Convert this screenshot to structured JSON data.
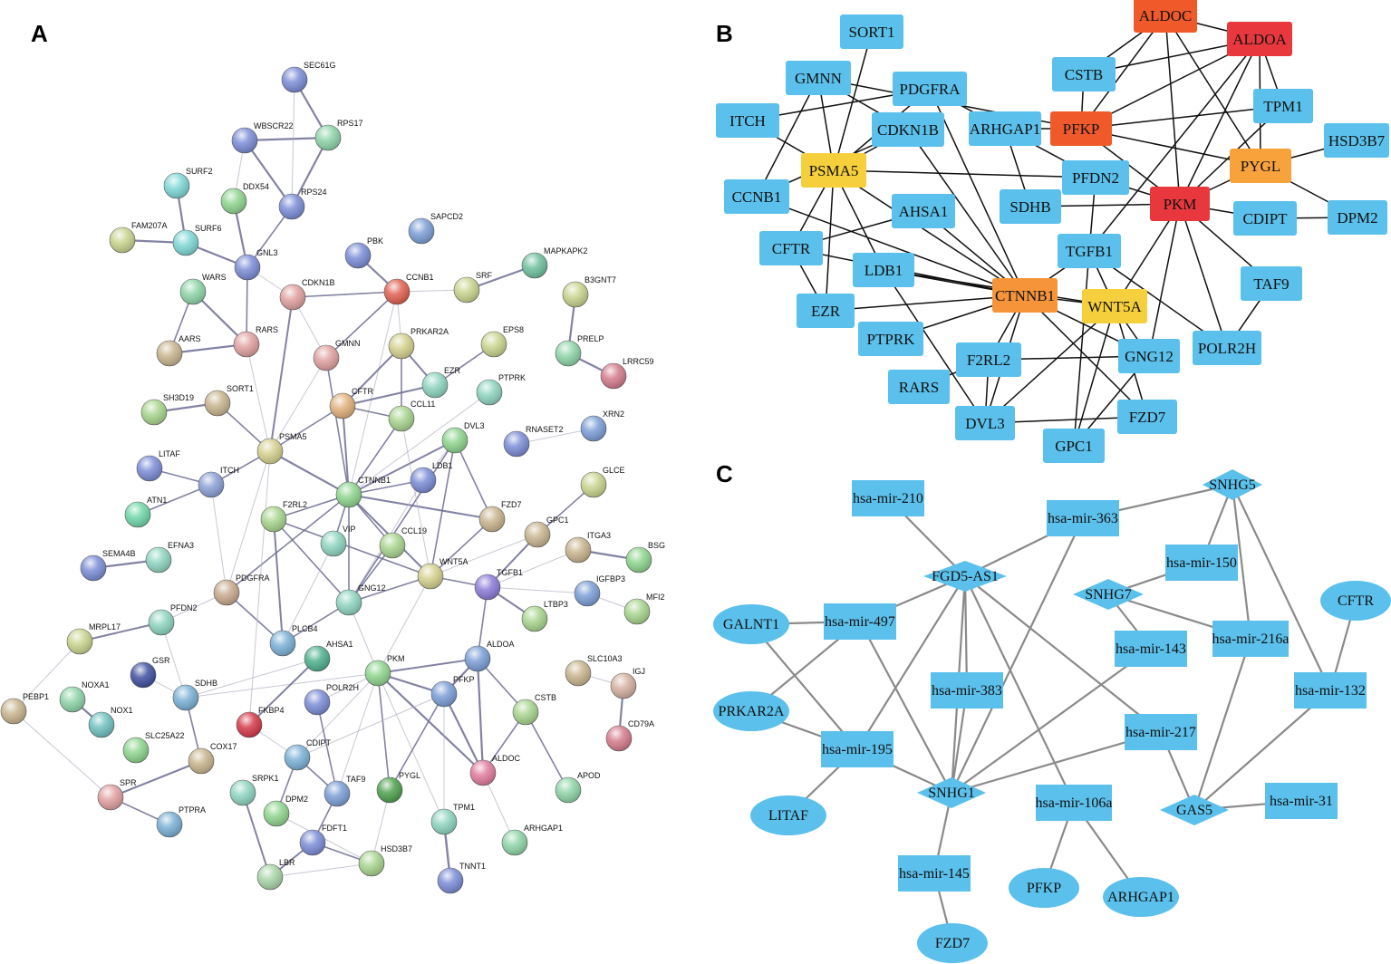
{
  "panels": {
    "a": "A",
    "b": "B",
    "c": "C"
  },
  "colors": {
    "node_blue": "#5bc0eb",
    "red": "#e8383d",
    "orange_red": "#f05a2b",
    "orange": "#f6943a",
    "orange_light": "#f8a23c",
    "yellow": "#f5cf3c",
    "edge_c": "#8a8a8a"
  },
  "panel_a": {
    "nodes": [
      [
        "SEC61G",
        "#7b8cd6"
      ],
      [
        "WBSCR22",
        "#7b8cd6"
      ],
      [
        "RPS17",
        "#8ed4a8"
      ],
      [
        "SURF2",
        "#7fd6d6"
      ],
      [
        "DDX54",
        "#8ed48e"
      ],
      [
        "RPS24",
        "#7b8cd6"
      ],
      [
        "SAPCD2",
        "#7b9ed6"
      ],
      [
        "FAM207A",
        "#c8d48e"
      ],
      [
        "SURF6",
        "#7fd6d6"
      ],
      [
        "GNL3",
        "#7b8cd6"
      ],
      [
        "PBK",
        "#7b8cd6"
      ],
      [
        "MAPKAPK2",
        "#6fbf9e"
      ],
      [
        "CDKN1B",
        "#e0a0a0"
      ],
      [
        "CCNB1",
        "#e06050"
      ],
      [
        "SRF",
        "#c8d48e"
      ],
      [
        "B3GNT7",
        "#c8d48e"
      ],
      [
        "WARS",
        "#8ed4a8"
      ],
      [
        "AARS",
        "#c8b48e"
      ],
      [
        "RARS",
        "#e0a0a0"
      ],
      [
        "GMNN",
        "#e0a0a0"
      ],
      [
        "PRKAR2A",
        "#d4d08e"
      ],
      [
        "EPS8",
        "#c8d48e"
      ],
      [
        "PRELP",
        "#8ed4a8"
      ],
      [
        "LRRC59",
        "#d47b8c"
      ],
      [
        "EZR",
        "#8ed4c0"
      ],
      [
        "PTPRK",
        "#8ed4c0"
      ],
      [
        "SH3D19",
        "#a8d48e"
      ],
      [
        "SORT1",
        "#c8b48e"
      ],
      [
        "CFTR",
        "#e0b07b"
      ],
      [
        "CCL11",
        "#a8d48e"
      ],
      [
        "DVL3",
        "#8ed48e"
      ],
      [
        "RNASET2",
        "#7b8cd6"
      ],
      [
        "XRN2",
        "#7b9ed6"
      ],
      [
        "LITAF",
        "#7b8cd6"
      ],
      [
        "PSMA5",
        "#d4d08e"
      ],
      [
        "ITCH",
        "#8ca0d6"
      ],
      [
        "LDB1",
        "#7b8cd6"
      ],
      [
        "CTNNB1",
        "#8ed48e"
      ],
      [
        "GLCE",
        "#c8d48e"
      ],
      [
        "ATN1",
        "#6fd6a8"
      ],
      [
        "F2RL2",
        "#a8d48e"
      ],
      [
        "FZD7",
        "#c8b48e"
      ],
      [
        "VIP",
        "#8ed4c0"
      ],
      [
        "CCL19",
        "#a8d48e"
      ],
      [
        "GPC1",
        "#c8b48e"
      ],
      [
        "SEMA4B",
        "#7b8cd6"
      ],
      [
        "EFNA3",
        "#8ed4c0"
      ],
      [
        "WNT5A",
        "#d4d08e"
      ],
      [
        "ITGA3",
        "#c8b48e"
      ],
      [
        "BSG",
        "#8ed48e"
      ],
      [
        "PDGFRA",
        "#c8a88e"
      ],
      [
        "GNG12",
        "#8ed4c0"
      ],
      [
        "TGFB1",
        "#8c7bd6"
      ],
      [
        "IGFBP3",
        "#7b9ed6"
      ],
      [
        "MFI2",
        "#a8d48e"
      ],
      [
        "PFDN2",
        "#8ed4c0"
      ],
      [
        "LTBP3",
        "#a8d48e"
      ],
      [
        "MRPL17",
        "#c8d48e"
      ],
      [
        "PLCB4",
        "#7bb0d6"
      ],
      [
        "AHSA1",
        "#4fb08e"
      ],
      [
        "PKM",
        "#8ed48e"
      ],
      [
        "ALDOA",
        "#7b9ed6"
      ],
      [
        "GSR",
        "#3f50a0"
      ],
      [
        "NOXA1",
        "#8ed4a8"
      ],
      [
        "SDHB",
        "#7bb0d6"
      ],
      [
        "POLR2H",
        "#7b8cd6"
      ],
      [
        "PFKP",
        "#7b9ed6"
      ],
      [
        "SLC10A3",
        "#c8b48e"
      ],
      [
        "IGJ",
        "#d4b0a0"
      ],
      [
        "PEBP1",
        "#c8b48e"
      ],
      [
        "NOX1",
        "#6fc0c0"
      ],
      [
        "FKBP4",
        "#d43a4a"
      ],
      [
        "CSTB",
        "#a8d48e"
      ],
      [
        "CD79A",
        "#d47b8c"
      ],
      [
        "SLC25A22",
        "#8ed48e"
      ],
      [
        "COX17",
        "#c8b48e"
      ],
      [
        "CDIPT",
        "#7bb0d6"
      ],
      [
        "ALDOC",
        "#e07b9e"
      ],
      [
        "SRPK1",
        "#8ed4c0"
      ],
      [
        "TAF9",
        "#7b9ed6"
      ],
      [
        "PYGL",
        "#4fa04f"
      ],
      [
        "APOD",
        "#8ed4a8"
      ],
      [
        "SPR",
        "#e0a0a0"
      ],
      [
        "DPM2",
        "#8ed48e"
      ],
      [
        "TPM1",
        "#8ed4c0"
      ],
      [
        "PTPRA",
        "#7bb0d6"
      ],
      [
        "FDFT1",
        "#7b8cd6"
      ],
      [
        "ARHGAP1",
        "#8ed4a8"
      ],
      [
        "HSD3B7",
        "#a8d48e"
      ],
      [
        "LBR",
        "#a8d4a8"
      ],
      [
        "TNNT1",
        "#7b8cd6"
      ]
    ]
  },
  "panel_b": {
    "nodes": [
      [
        "SORT1",
        "node_blue"
      ],
      [
        "ALDOC",
        "orange_red"
      ],
      [
        "ALDOA",
        "red"
      ],
      [
        "GMNN",
        "node_blue"
      ],
      [
        "CSTB",
        "node_blue"
      ],
      [
        "PDGFRA",
        "node_blue"
      ],
      [
        "TPM1",
        "node_blue"
      ],
      [
        "ITCH",
        "node_blue"
      ],
      [
        "CDKN1B",
        "node_blue"
      ],
      [
        "ARHGAP1",
        "node_blue"
      ],
      [
        "PFKP",
        "orange_red"
      ],
      [
        "HSD3B7",
        "node_blue"
      ],
      [
        "PSMA5",
        "yellow"
      ],
      [
        "PYGL",
        "orange_light"
      ],
      [
        "CCNB1",
        "node_blue"
      ],
      [
        "PFDN2",
        "node_blue"
      ],
      [
        "SDHB",
        "node_blue"
      ],
      [
        "PKM",
        "red"
      ],
      [
        "AHSA1",
        "node_blue"
      ],
      [
        "CDIPT",
        "node_blue"
      ],
      [
        "DPM2",
        "node_blue"
      ],
      [
        "CFTR",
        "node_blue"
      ],
      [
        "TGFB1",
        "node_blue"
      ],
      [
        "LDB1",
        "node_blue"
      ],
      [
        "TAF9",
        "node_blue"
      ],
      [
        "CTNNB1",
        "orange"
      ],
      [
        "WNT5A",
        "yellow"
      ],
      [
        "EZR",
        "node_blue"
      ],
      [
        "PTPRK",
        "node_blue"
      ],
      [
        "POLR2H",
        "node_blue"
      ],
      [
        "GNG12",
        "node_blue"
      ],
      [
        "F2RL2",
        "node_blue"
      ],
      [
        "RARS",
        "node_blue"
      ],
      [
        "FZD7",
        "node_blue"
      ],
      [
        "DVL3",
        "node_blue"
      ],
      [
        "GPC1",
        "node_blue"
      ]
    ]
  },
  "panel_c": {
    "nodes": [
      [
        "hsa-mir-210",
        "rect"
      ],
      [
        "hsa-mir-363",
        "rect"
      ],
      [
        "SNHG5",
        "diamond"
      ],
      [
        "hsa-mir-150",
        "rect"
      ],
      [
        "FGD5-AS1",
        "diamond"
      ],
      [
        "SNHG7",
        "diamond"
      ],
      [
        "CFTR",
        "ellipse"
      ],
      [
        "GALNT1",
        "ellipse"
      ],
      [
        "hsa-mir-497",
        "rect"
      ],
      [
        "hsa-mir-216a",
        "rect"
      ],
      [
        "hsa-mir-143",
        "rect"
      ],
      [
        "hsa-mir-132",
        "rect"
      ],
      [
        "hsa-mir-383",
        "rect"
      ],
      [
        "PRKAR2A",
        "ellipse"
      ],
      [
        "hsa-mir-217",
        "rect"
      ],
      [
        "hsa-mir-195",
        "rect"
      ],
      [
        "SNHG1",
        "diamond"
      ],
      [
        "hsa-mir-106a",
        "rect"
      ],
      [
        "GAS5",
        "diamond"
      ],
      [
        "hsa-mir-31",
        "rect"
      ],
      [
        "LITAF",
        "ellipse"
      ],
      [
        "hsa-mir-145",
        "rect"
      ],
      [
        "PFKP",
        "ellipse"
      ],
      [
        "ARHGAP1",
        "ellipse"
      ],
      [
        "FZD7",
        "ellipse"
      ]
    ]
  }
}
